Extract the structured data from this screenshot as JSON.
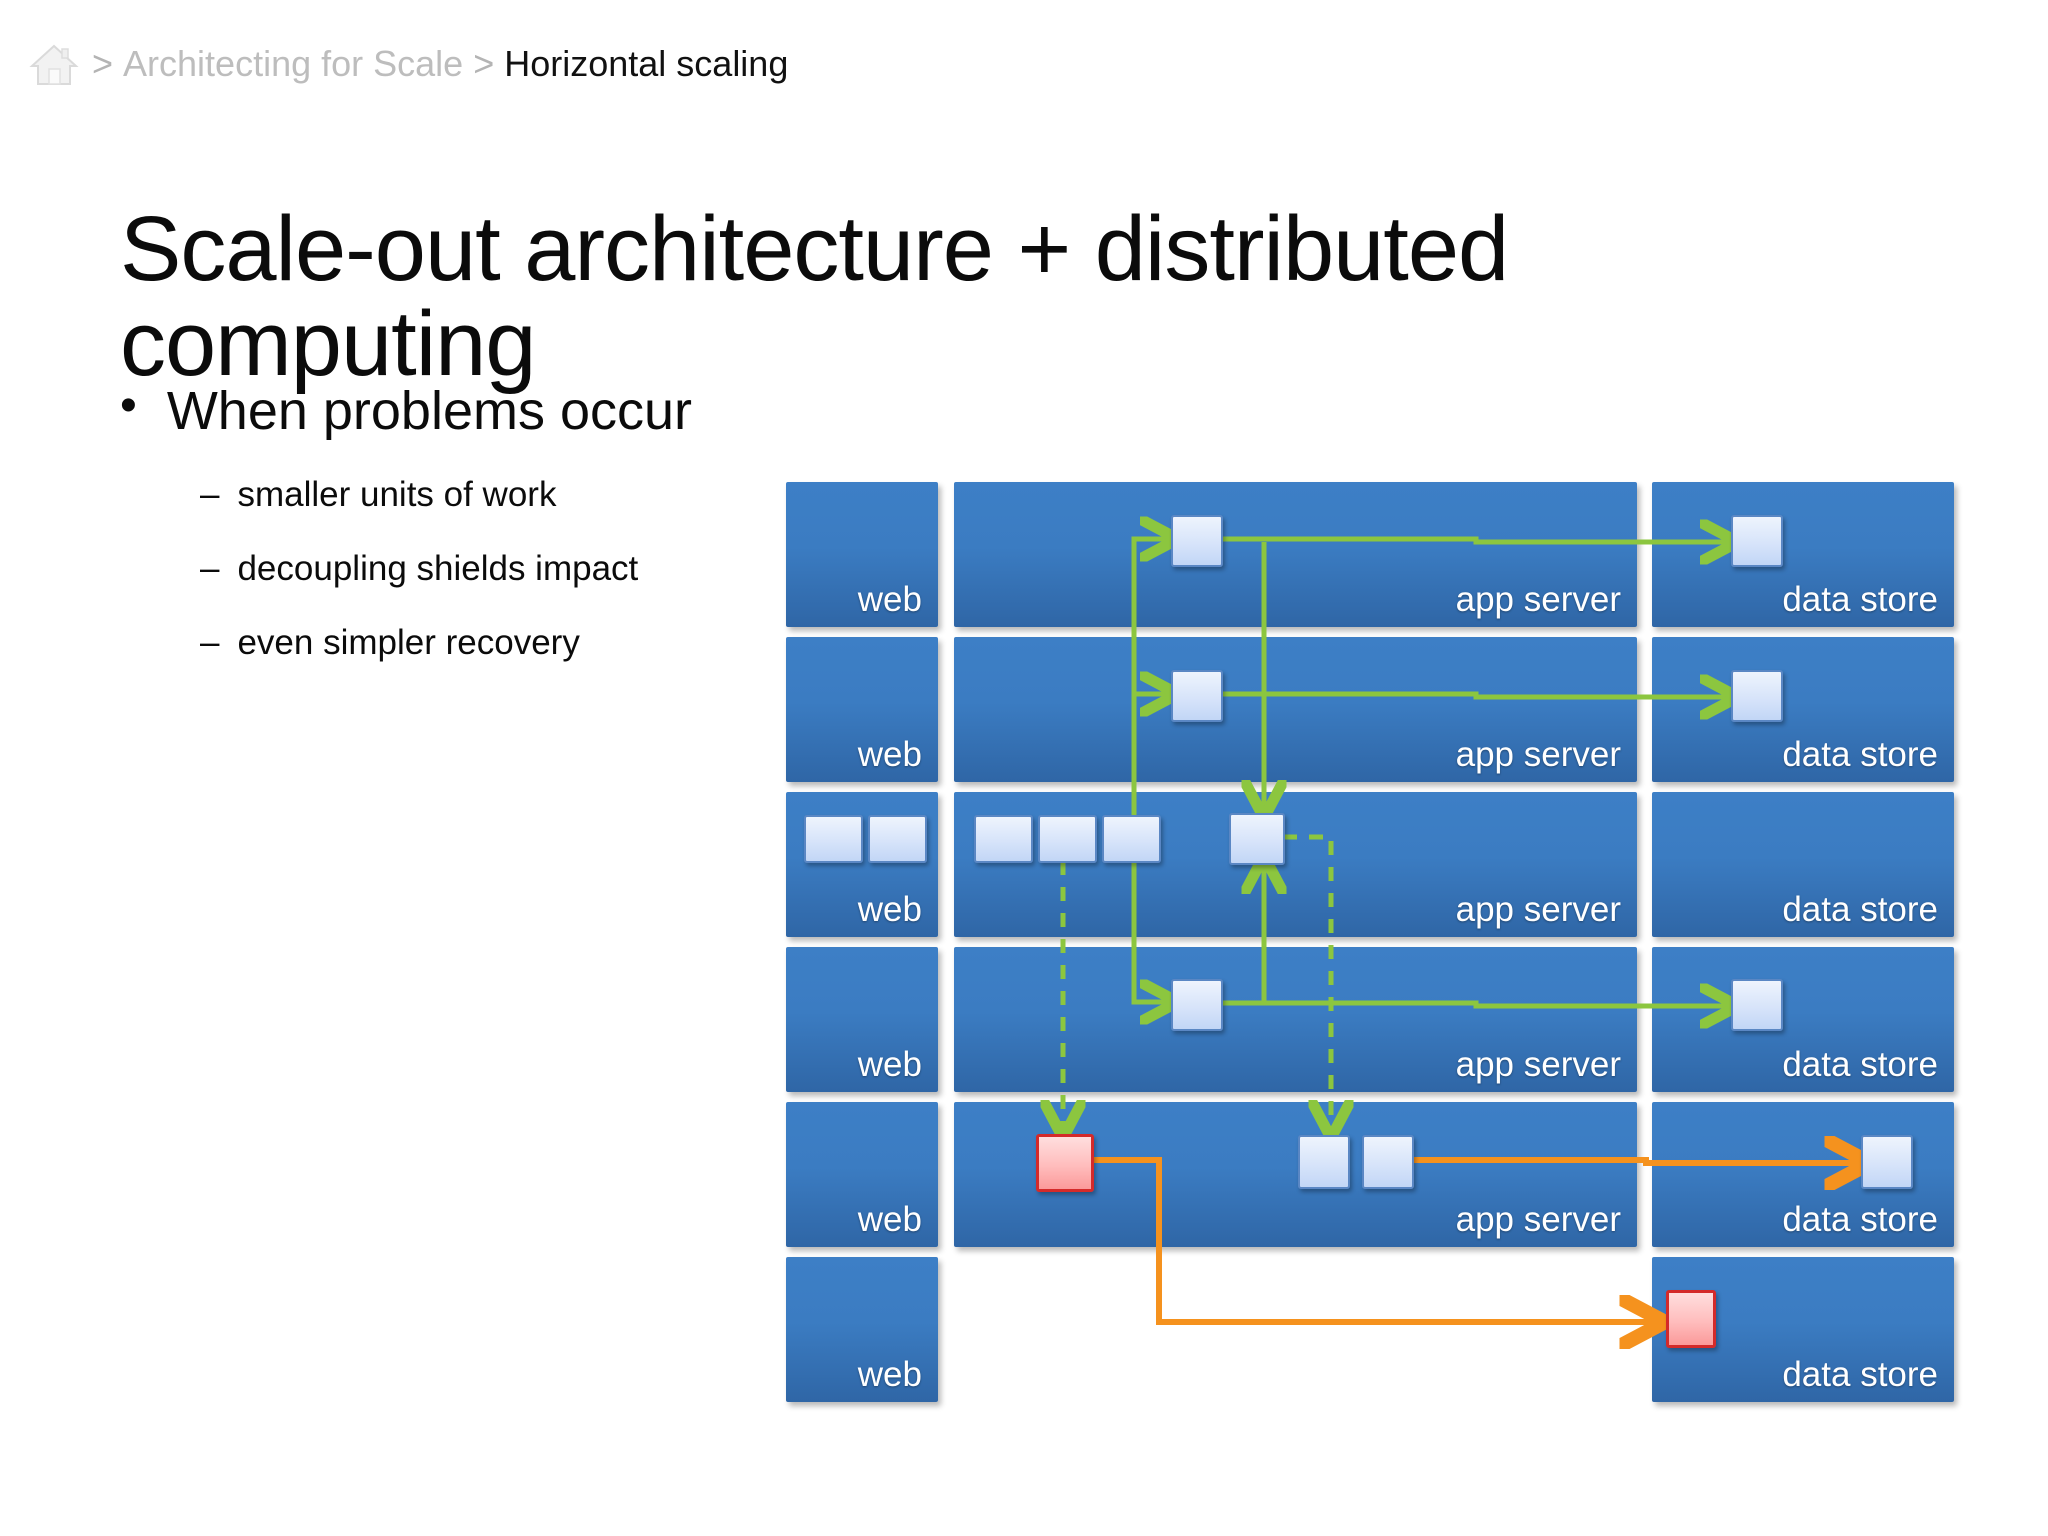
{
  "breadcrumb": {
    "home_icon": "home-icon",
    "separator": ">",
    "parent": "Architecting for Scale",
    "current": "Horizontal scaling"
  },
  "slide": {
    "title": "Scale-out architecture + distributed computing",
    "bullet": "When problems occur",
    "bullet_marker": "•",
    "sub_marker": "–",
    "sub_bullets": [
      "smaller units of work",
      "decoupling shields impact",
      "even simpler recovery"
    ]
  },
  "diagram": {
    "colors": {
      "node_blue": "#3b7cc2",
      "task_blue": "#cfe0fa",
      "task_border": "#5a87c4",
      "fail_red": "#fb9a9a",
      "fail_border": "#d42a2a",
      "flow_green": "#8cc63f",
      "flow_orange": "#f5921e"
    },
    "column_labels": [
      "web",
      "app server",
      "data store"
    ],
    "rows": [
      {
        "web": {
          "label": "web",
          "tasks": 0
        },
        "app": {
          "label": "app server",
          "tasks": 1
        },
        "data": {
          "label": "data store",
          "tasks": 1
        }
      },
      {
        "web": {
          "label": "web",
          "tasks": 0
        },
        "app": {
          "label": "app server",
          "tasks": 1
        },
        "data": {
          "label": "data store",
          "tasks": 1
        }
      },
      {
        "web": {
          "label": "web",
          "tasks": 2
        },
        "app": {
          "label": "app server",
          "tasks": 4
        },
        "data": {
          "label": "data store",
          "tasks": 0
        }
      },
      {
        "web": {
          "label": "web",
          "tasks": 0
        },
        "app": {
          "label": "app server",
          "tasks": 1
        },
        "data": {
          "label": "data store",
          "tasks": 1
        }
      },
      {
        "web": {
          "label": "web",
          "tasks": 0
        },
        "app": {
          "label": "app server",
          "tasks": 3,
          "failed": 1
        },
        "data": {
          "label": "data store",
          "tasks": 1
        }
      },
      {
        "web": {
          "label": "web",
          "tasks": 0
        },
        "app": null,
        "data": {
          "label": "data store",
          "tasks": 1,
          "failed": 1
        }
      }
    ]
  }
}
